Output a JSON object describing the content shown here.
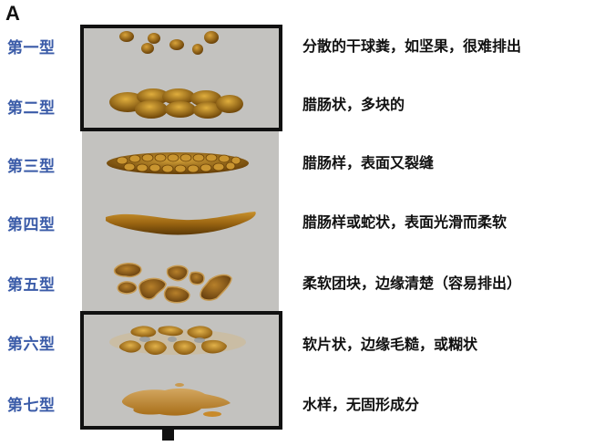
{
  "panel_letter": "A",
  "colors": {
    "label_blue": "#3a5ba8",
    "frame_black": "#111111",
    "background_gray": "#c3c2bf",
    "stool_brown": "#8a5a10",
    "stool_gold": "#b98a2a"
  },
  "types": [
    {
      "label": "第一型",
      "description": "分散的干球粪，如坚果，很难排出",
      "icon": "scattered-lumps-icon"
    },
    {
      "label": "第二型",
      "description": "腊肠状，多块的",
      "icon": "lumpy-sausage-icon"
    },
    {
      "label": "第三型",
      "description": "腊肠样，表面又裂缝",
      "icon": "cracked-sausage-icon"
    },
    {
      "label": "第四型",
      "description": "腊肠样或蛇状，表面光滑而柔软",
      "icon": "smooth-snake-icon"
    },
    {
      "label": "第五型",
      "description": "柔软团块，边缘清楚（容易排出）",
      "icon": "soft-blobs-icon"
    },
    {
      "label": "第六型",
      "description": "软片状，边缘毛糙，或糊状",
      "icon": "mushy-pieces-icon"
    },
    {
      "label": "第七型",
      "description": "水样，无固形成分",
      "icon": "watery-puddle-icon"
    }
  ],
  "groups": [
    {
      "name": "constipation-box",
      "types": [
        "第一型",
        "第二型"
      ]
    },
    {
      "name": "diarrhea-box",
      "types": [
        "第六型",
        "第七型"
      ]
    }
  ]
}
